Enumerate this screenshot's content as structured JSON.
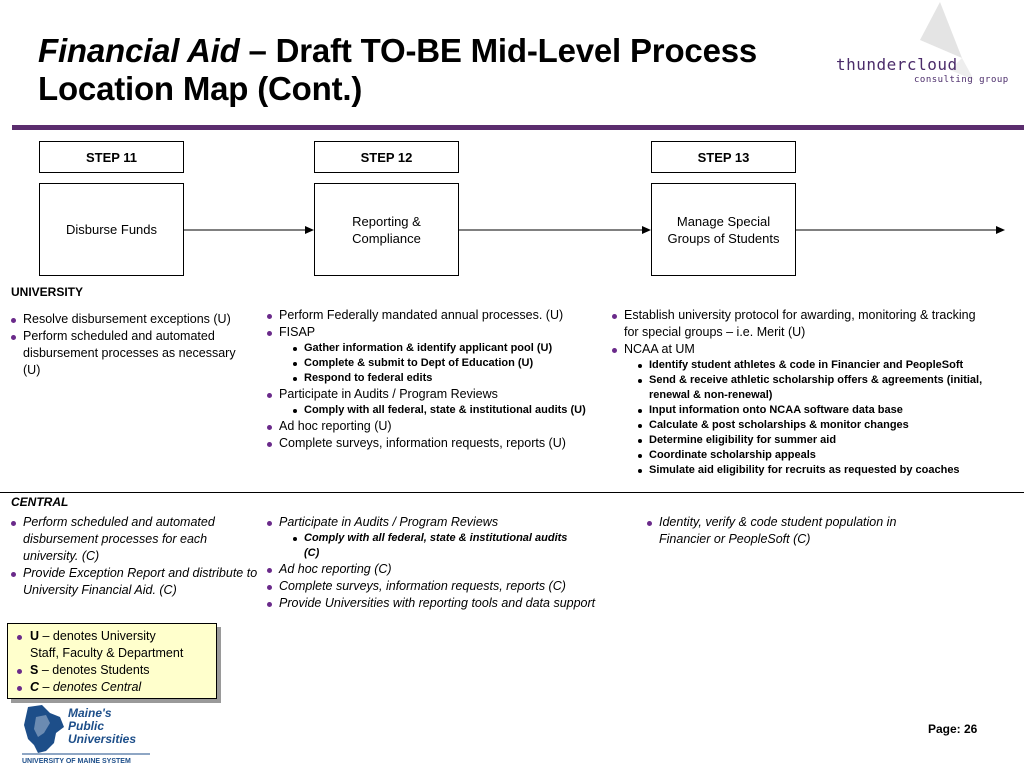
{
  "header": {
    "title_italic": "Financial Aid",
    "title_rest_line1": " – Draft TO-BE Mid-Level Process",
    "title_line2": "Location Map (Cont.)"
  },
  "logo": {
    "name": "thundercloud",
    "sub": "consulting group",
    "color": "#4b2c6a"
  },
  "steps": [
    {
      "label": "STEP 11",
      "process": "Disburse Funds"
    },
    {
      "label": "STEP 12",
      "process": "Reporting & Compliance"
    },
    {
      "label": "STEP 13",
      "process": "Manage Special Groups of Students"
    }
  ],
  "sections": {
    "university_label": "UNIVERSITY",
    "central_label": "CENTRAL"
  },
  "university": {
    "col1": [
      "Resolve disbursement exceptions (U)",
      "Perform scheduled and automated disbursement processes as necessary (U)"
    ],
    "col2": {
      "i1": "Perform Federally mandated annual processes. (U)",
      "i2": "FISAP",
      "i2_sub": [
        "Gather information & identify applicant pool (U)",
        "Complete & submit to Dept of Education  (U)",
        "Respond to federal edits"
      ],
      "i3": "Participate in Audits / Program Reviews",
      "i3_sub": [
        "Comply with all federal, state & institutional audits  (U)"
      ],
      "i4": "Ad hoc reporting  (U)",
      "i5": "Complete surveys, information requests, reports (U)"
    },
    "col3": {
      "i1": "Establish university protocol for awarding, monitoring & tracking for special groups – i.e. Merit  (U)",
      "i2": "NCAA at UM",
      "i2_sub": [
        "Identify student athletes & code in Financier and PeopleSoft",
        "Send & receive athletic scholarship offers & agreements (initial, renewal & non-renewal)",
        "Input information onto NCAA software data base",
        "Calculate & post scholarships & monitor changes",
        "Determine eligibility for summer aid",
        "Coordinate scholarship appeals",
        "Simulate aid eligibility for recruits as requested by coaches"
      ]
    }
  },
  "central": {
    "col1": [
      "Perform scheduled and automated disbursement processes for each university. (C)",
      "Provide Exception Report and distribute to University Financial Aid. (C)"
    ],
    "col2": {
      "i1": "Participate in Audits / Program Reviews",
      "i1_sub": [
        "Comply with all federal, state & institutional audits  (C)"
      ],
      "i2": "Ad hoc reporting  (C)",
      "i3": "Complete surveys, information requests, reports (C)",
      "i4": "Provide Universities with reporting tools and data support"
    },
    "col3": [
      "Identity, verify & code student population in Financier or PeopleSoft   (C)"
    ]
  },
  "legend": {
    "u_key": "U",
    "u_text": " – denotes University",
    "u_text2": "Staff, Faculty & Department",
    "s_key": "S",
    "s_text": " – denotes Students",
    "c_key": "C",
    "c_text": " – denotes Central"
  },
  "footer": {
    "maine_logo_text1": "Maine's",
    "maine_logo_text2": "Public",
    "maine_logo_text3": "Universities",
    "maine_logo_sub": "UNIVERSITY OF MAINE SYSTEM",
    "page": "Page: 26"
  }
}
